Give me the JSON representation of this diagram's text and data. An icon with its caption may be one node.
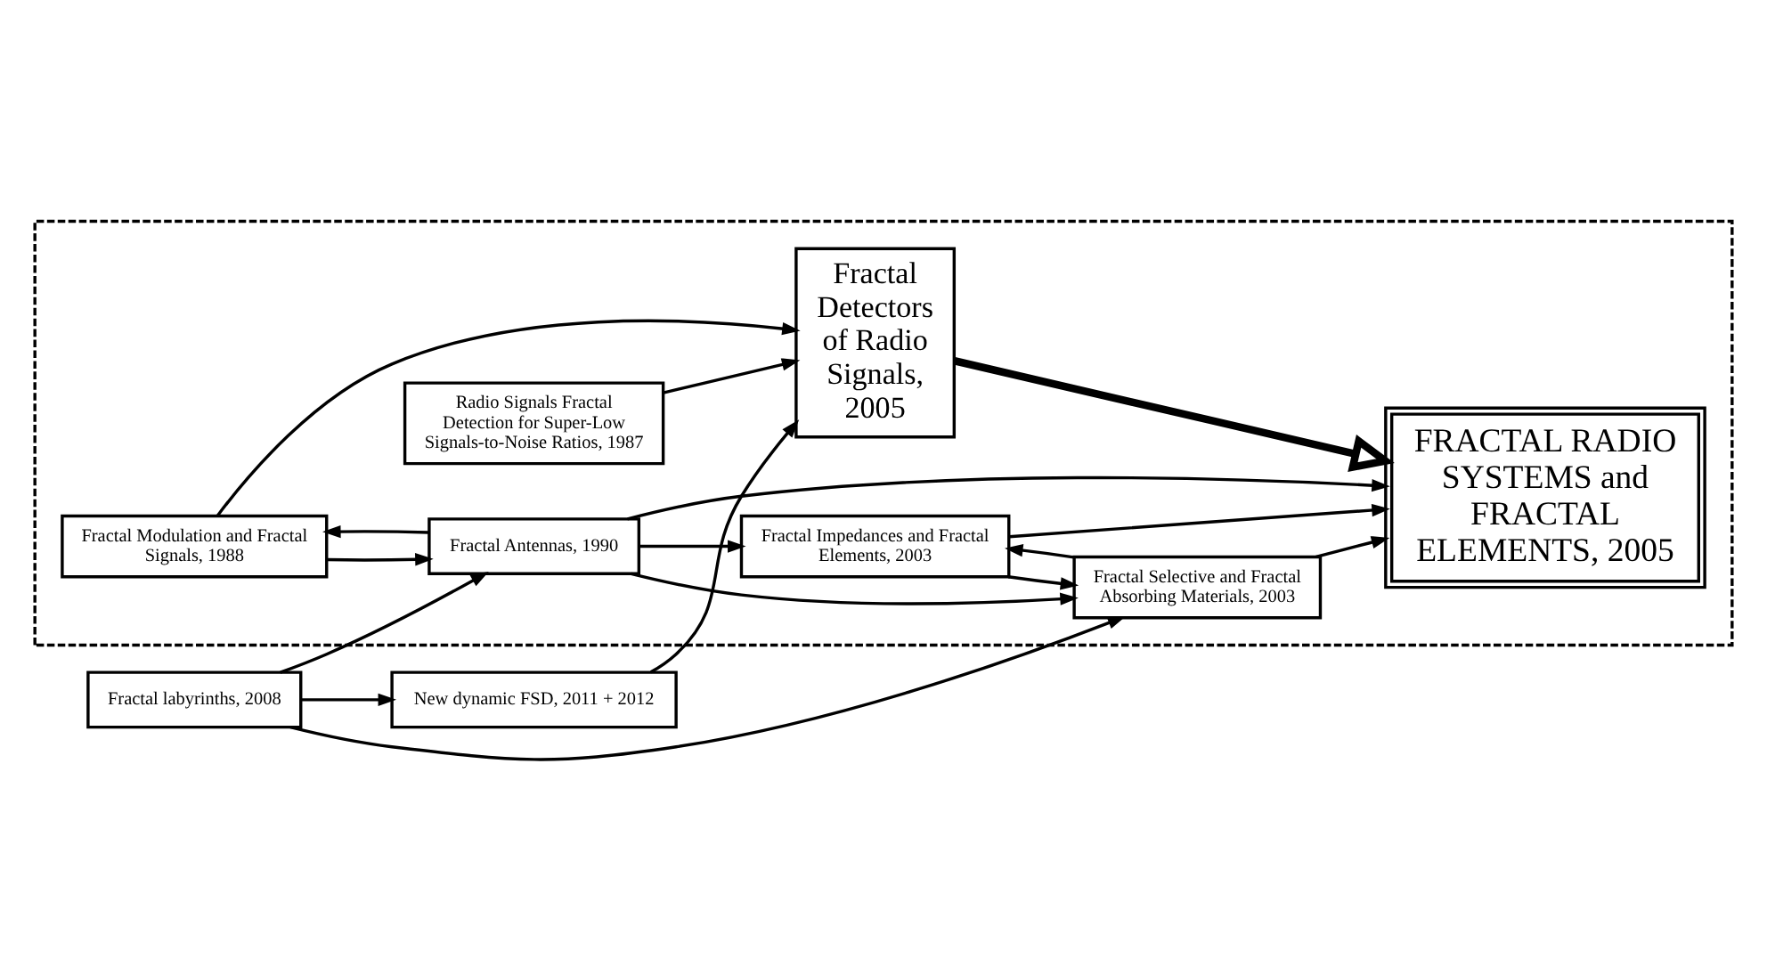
{
  "diagram": {
    "nodes": [
      {
        "text": [],
        "shape": "box"
      },
      {
        "text": [
          "Radio Signals Fractal Detection for Super-Low Signals-to-Noise Ratios, 1987"
        ],
        "in": 0
      },
      {
        "text": [
          "Fractal Detectors of Radio Signals, 2005"
        ],
        "in": 0
      },
      {
        "text": [
          "Fractal Modulation and Fractal Signals, 1988"
        ],
        "in": 0
      },
      {
        "text": [
          "Fractal Antennas, 1990"
        ],
        "in": 0
      },
      {
        "text": [
          "Fractal Impedances and Fractal Elements, 2003"
        ],
        "in": 0
      },
      {
        "text": [
          "Fractal Selective and Fractal Absorbing Materials, 2003"
        ],
        "in": 0
      },
      {
        "text": [
          "FRACTAL RADIO SYSTEMS and FRACTAL ELEMENTS, 2005"
        ],
        "in": 0
      },
      {
        "text": [
          "Fractal labyrinths, 2008"
        ]
      },
      {
        "text": [
          "New dynamic FSD, 2011 + 2012"
        ]
      }
    ],
    "edges": [
      {
        "from": 1,
        "to": 2,
        "arrow": "to"
      },
      {
        "from": 3,
        "to": 2,
        "arrow": "to"
      },
      {
        "from": 3,
        "to": 4,
        "arrow": "to"
      },
      {
        "from": 4,
        "to": 3,
        "arrow": "to"
      },
      {
        "from": 4,
        "to": 5,
        "arrow": "to"
      },
      {
        "from": 4,
        "to": 6,
        "arrow": "to"
      },
      {
        "from": 5,
        "to": 6,
        "arrow": "to"
      },
      {
        "from": 6,
        "to": 5,
        "arrow": "to"
      },
      {
        "from": 8,
        "to": 4,
        "arrow": "to"
      },
      {
        "from": 8,
        "to": 6,
        "arrow": "to"
      },
      {
        "from": 8,
        "to": 9,
        "arrow": "to"
      },
      {
        "from": 9,
        "to": 2,
        "arrow": "to"
      },
      {
        "from": 2,
        "to": 7,
        "arrow": "to",
        "style": "thick"
      },
      {
        "from": 4,
        "to": 7,
        "arrow": "to"
      },
      {
        "from": 5,
        "to": 7,
        "arrow": "to"
      },
      {
        "from": 6,
        "to": 7,
        "arrow": "to"
      }
    ]
  }
}
